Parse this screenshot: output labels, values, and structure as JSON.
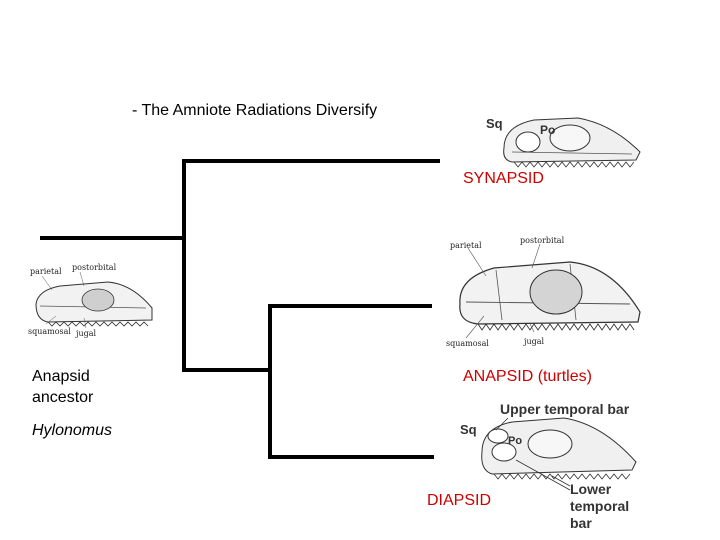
{
  "title": "- The Amniote Radiations Diversify",
  "ancestor": {
    "line1": "Anapsid",
    "line2": "ancestor",
    "species": "Hylonomus",
    "skull_labels": {
      "parietal": "parietal",
      "postorbital": "postorbital",
      "squamosal": "squamosal",
      "jugal": "jugal"
    }
  },
  "clades": {
    "synapsid": {
      "label": "SYNAPSID",
      "skull_labels": {
        "sq": "Sq",
        "po": "Po"
      }
    },
    "anapsid": {
      "label": "ANAPSID (turtles)",
      "skull_labels": {
        "parietal": "parietal",
        "postorbital": "postorbital",
        "squamosal": "squamosal",
        "jugal": "jugal"
      }
    },
    "diapsid": {
      "label": "DIAPSID",
      "skull_labels": {
        "sq": "Sq",
        "po": "Po",
        "upper_bar": "Upper temporal bar",
        "lower_line1": "Lower",
        "lower_line2": "temporal",
        "lower_line3": "bar"
      }
    }
  },
  "colors": {
    "clade_label": "#cc0000",
    "tree_line": "#000000"
  }
}
